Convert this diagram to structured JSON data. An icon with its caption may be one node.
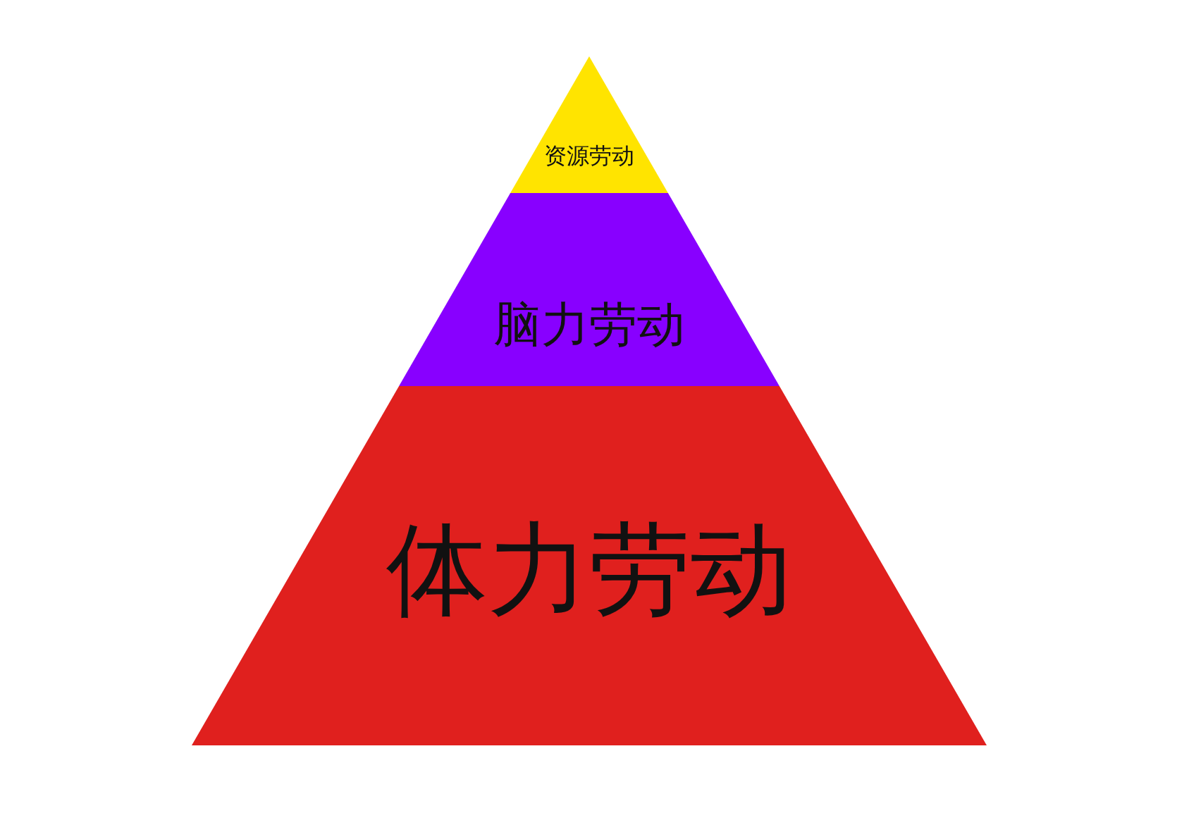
{
  "diagram": {
    "nodes": [
      {
        "text": [
          "资源劳动"
        ]
      },
      {
        "text": [
          "脑力劳动"
        ]
      },
      {
        "text": [
          "体力劳动"
        ]
      }
    ]
  }
}
